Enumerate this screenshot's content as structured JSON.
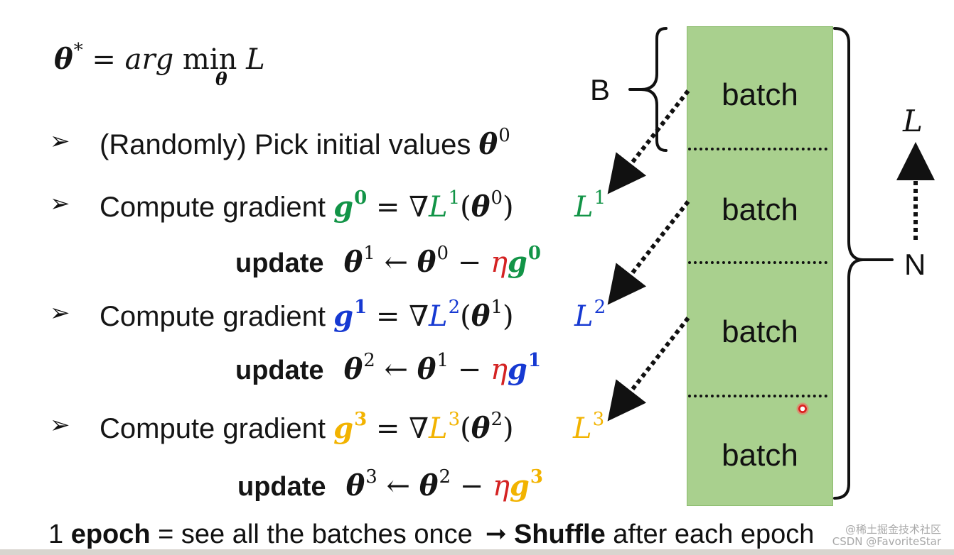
{
  "formula": {
    "theta_star": "θ",
    "star": "*",
    "equals_arg": "= ",
    "arg": "arg",
    "min": " min ",
    "loss": "L",
    "subscript_theta": "θ"
  },
  "steps": {
    "initial": {
      "bullet": "➢",
      "text": "(Randomly) Pick initial values ",
      "theta": "θ",
      "sup": "0"
    },
    "g0": {
      "bullet": "➢",
      "text": "Compute gradient ",
      "g": "g",
      "g_sup": "0",
      "eq": " = ∇",
      "L": "L",
      "L_sup": "1",
      "open": "(",
      "theta": "θ",
      "theta_sup": "0",
      "close": ")",
      "side_L": "L",
      "side_sup": "1"
    },
    "u1": {
      "word": "update",
      "theta_left": "θ",
      "theta_left_sup": "1",
      "arrow_left": " ← ",
      "theta_right": "θ",
      "theta_right_sup": "0",
      "minus": " − ",
      "eta": "η",
      "g": "g",
      "g_sup": "0"
    },
    "g1": {
      "bullet": "➢",
      "text": "Compute gradient ",
      "g": "g",
      "g_sup": "1",
      "eq": " = ∇",
      "L": "L",
      "L_sup": "2",
      "open": "(",
      "theta": "θ",
      "theta_sup": "1",
      "close": ")",
      "side_L": "L",
      "side_sup": "2"
    },
    "u2": {
      "word": "update",
      "theta_left": "θ",
      "theta_left_sup": "2",
      "arrow_left": " ← ",
      "theta_right": "θ",
      "theta_right_sup": "1",
      "minus": " − ",
      "eta": "η",
      "g": "g",
      "g_sup": "1"
    },
    "g3": {
      "bullet": "➢",
      "text": "Compute gradient ",
      "g": "g",
      "g_sup": "3",
      "eq": " = ∇",
      "L": "L",
      "L_sup": "3",
      "open": "(",
      "theta": "θ",
      "theta_sup": "2",
      "close": ")",
      "side_L": "L",
      "side_sup": "3"
    },
    "u3": {
      "word": "update",
      "theta_left": "θ",
      "theta_left_sup": "3",
      "arrow_left": " ← ",
      "theta_right": "θ",
      "theta_right_sup": "2",
      "minus": " − ",
      "eta": "η",
      "g": "g",
      "g_sup": "3"
    }
  },
  "diagram": {
    "batches": [
      "batch",
      "batch",
      "batch",
      "batch"
    ],
    "b_label": "B",
    "n_label": "N",
    "l_label": "L"
  },
  "footer": {
    "one": "1 ",
    "epoch": "epoch",
    "middle": " = see all the batches once",
    "arrow": "➞",
    "shuffle": "Shuffle",
    "tail": " after each epoch"
  },
  "watermark": {
    "line1": "@稀土掘金技术社区",
    "line2": "CSDN @FavoriteStar"
  },
  "colors": {
    "green": "#129447",
    "blue": "#1639d2",
    "yellow": "#f2b300",
    "red": "#d42323",
    "batch_fill": "#a9d08e"
  },
  "icons": {
    "bullet": "arrowhead-bullet-icon",
    "dotted_arrow": "dotted-arrow-icon",
    "brace": "curly-brace-icon",
    "laser": "laser-pointer-icon"
  }
}
